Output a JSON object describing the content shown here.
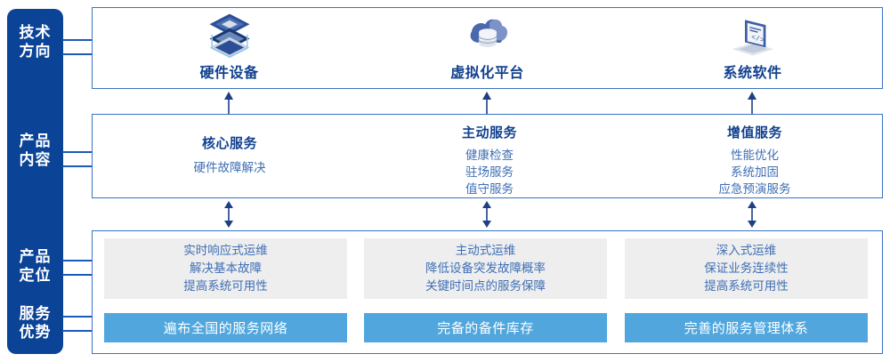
{
  "sidebar": {
    "items": [
      {
        "name": "tech-direction",
        "line1": "技术",
        "line2": "方向"
      },
      {
        "name": "product-content",
        "line1": "产品",
        "line2": "内容"
      },
      {
        "name": "product-positioning",
        "line1": "产品",
        "line2": "定位"
      },
      {
        "name": "service-advantage",
        "line1": "服务",
        "line2": "优势"
      }
    ]
  },
  "tech_row": {
    "columns": [
      {
        "icon": "server-stack-icon",
        "label": "硬件设备"
      },
      {
        "icon": "cloud-database-icon",
        "label": "虚拟化平台"
      },
      {
        "icon": "laptop-code-icon",
        "label": "系统软件"
      }
    ]
  },
  "content_row": {
    "columns": [
      {
        "title": "核心服务",
        "items": [
          "硬件故障解决"
        ]
      },
      {
        "title": "主动服务",
        "items": [
          "健康检查",
          "驻场服务",
          "值守服务"
        ]
      },
      {
        "title": "增值服务",
        "items": [
          "性能优化",
          "系统加固",
          "应急预演服务"
        ]
      }
    ]
  },
  "positioning_row": {
    "cards": [
      {
        "lines": [
          "实时响应式运维",
          "解决基本故障",
          "提高系统可用性"
        ]
      },
      {
        "lines": [
          "主动式运维",
          "降低设备突发故障概率",
          "关键时间点的服务保障"
        ]
      },
      {
        "lines": [
          "深入式运维",
          "保证业务连续性",
          "提高系统可用性"
        ]
      }
    ]
  },
  "advantage_row": {
    "bars": [
      {
        "label": "遍布全国的服务网络"
      },
      {
        "label": "完备的备件库存"
      },
      {
        "label": "完善的服务管理体系"
      }
    ]
  },
  "colors": {
    "rail": "#0b4397",
    "box_border": "#3a74c4",
    "heading": "#12418f",
    "body_text": "#3f6fb5",
    "grey_card": "#eeeeee",
    "blue_bar": "#51a7dd",
    "arrow": "#1d3f87"
  }
}
